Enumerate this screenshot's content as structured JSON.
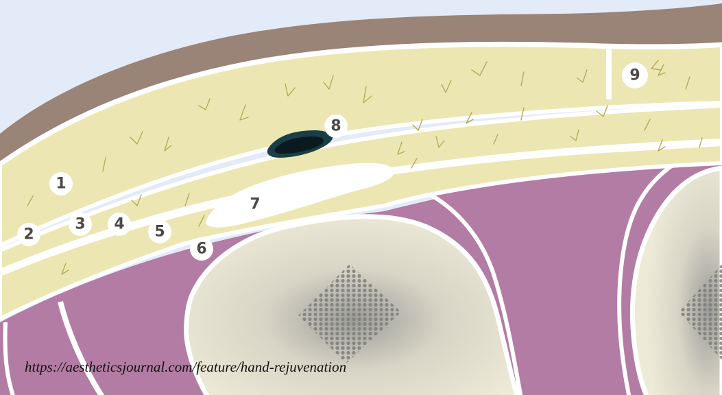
{
  "labels": [
    {
      "id": "label-1",
      "text": "1"
    },
    {
      "id": "label-2",
      "text": "2"
    },
    {
      "id": "label-3",
      "text": "3"
    },
    {
      "id": "label-4",
      "text": "4"
    },
    {
      "id": "label-5",
      "text": "5"
    },
    {
      "id": "label-6",
      "text": "6"
    },
    {
      "id": "label-7",
      "text": "7"
    },
    {
      "id": "label-8",
      "text": "8"
    },
    {
      "id": "label-9",
      "text": "9"
    }
  ],
  "source_url": "https://aestheticsjournal.com/feature/hand-rejuvenation",
  "colors": {
    "background": "#e3ebf8",
    "skin": "#9a8377",
    "fat": "#ece7b2",
    "muscle": "#b37ca4",
    "bone": "#eeead8",
    "marrow": "#8f8f8f",
    "vein": "#183b42",
    "septa": "#ffffff"
  }
}
